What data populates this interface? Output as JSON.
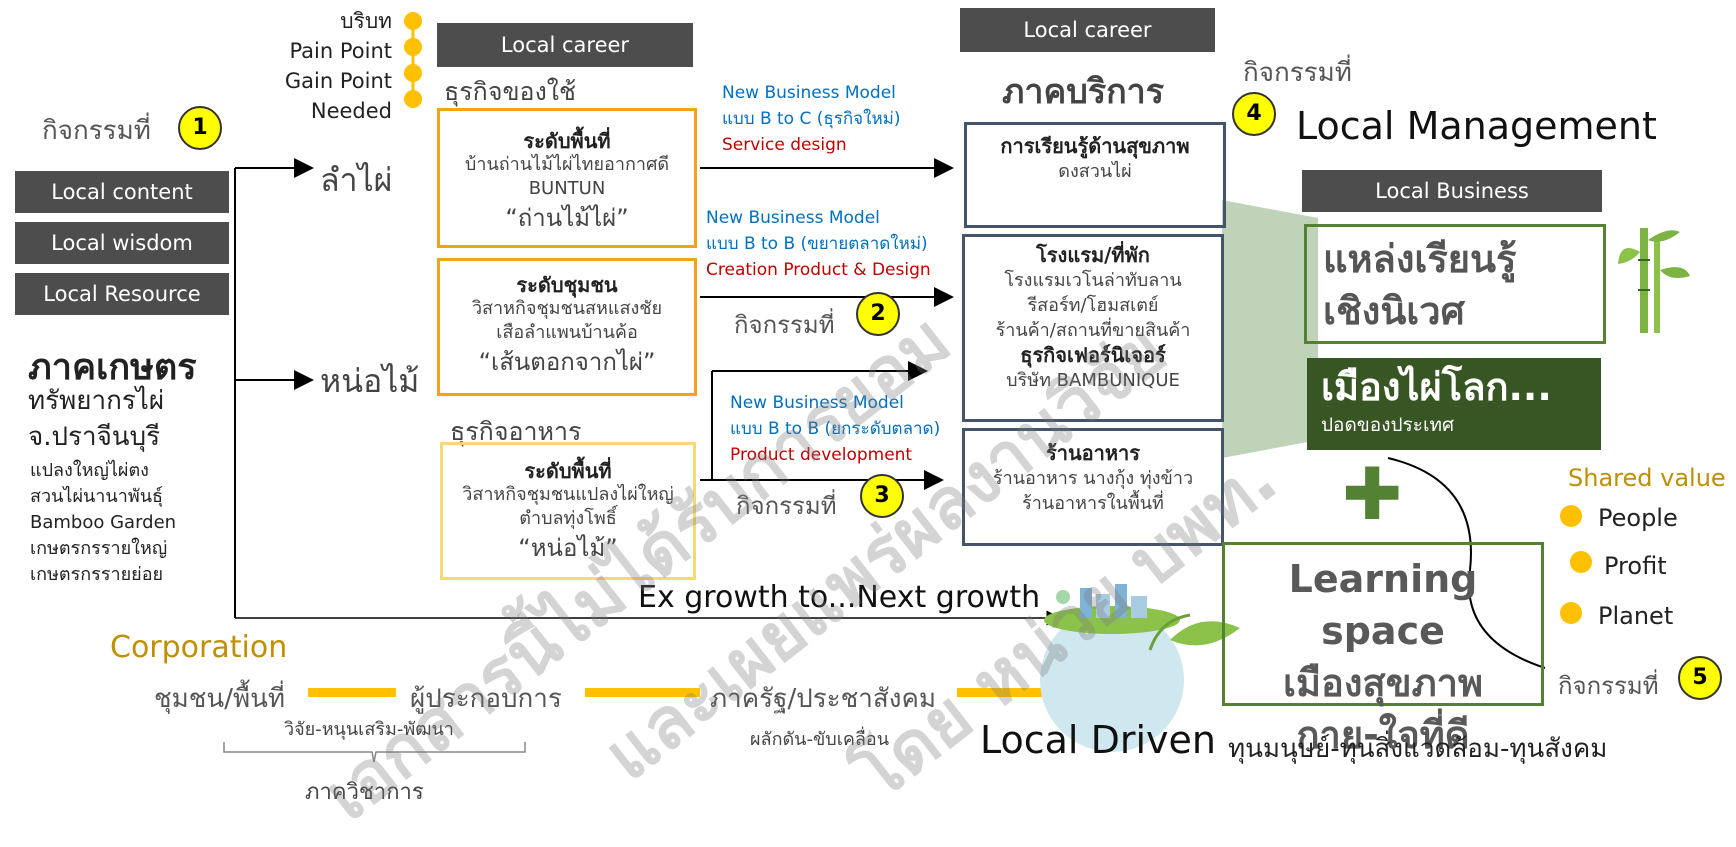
{
  "left": {
    "activity_label": "กิจกรรมที่",
    "activity_num": "1",
    "local_content": "Local content",
    "local_wisdom": "Local wisdom",
    "local_resource": "Local Resource",
    "sector_title": "ภาคเกษตร",
    "resource_line1": "ทรัพยากรไผ่",
    "resource_line2": "จ.ปราจีนบุรี",
    "items": [
      "แปลงใหญ่ไผ่ตง",
      "สวนไผ่นานาพันธุ์",
      "Bamboo Garden",
      "เกษตรกรรายใหญ่",
      "เกษตรกรรายย่อย"
    ]
  },
  "legend": [
    "บริบท",
    "Pain Point",
    "Gain Point",
    "Needed"
  ],
  "branches": {
    "lampai": "ลำไผ่",
    "normai": "หน่อไม้"
  },
  "career_left": {
    "header": "Local career",
    "goods": "ธุรกิจของใช้",
    "food": "ธุรกิจอาหาร"
  },
  "box1": {
    "title": "ระดับพื้นที่",
    "line1": "บ้านถ่านไม้ไผ่ไทยอากาศดี",
    "line2": "BUNTUN",
    "product": "“ถ่านไม้ไผ่”"
  },
  "box2": {
    "title": "ระดับชุมชน",
    "line1": "วิสาหกิจชุมชนสหแสงชัย",
    "line2": "เสือลำแพนบ้านค้อ",
    "product": "“เส้นตอกจากไผ่”"
  },
  "box3": {
    "title": "ระดับพื้นที่",
    "line1": "วิสาหกิจชุมชนแปลงไผ่ใหญ่",
    "line2": "ตำบลทุ่งโพธิ์",
    "product": "“หน่อไม้”"
  },
  "models": {
    "m1_title": "New Business Model",
    "m1_line": "แบบ B to C (ธุรกิจใหม่)",
    "m1_red": "Service design",
    "m2_title": "New Business Model",
    "m2_line": "แบบ B to B (ขยายตลาดใหม่)",
    "m2_red": "Creation Product & Design",
    "m3_title": "New Business Model",
    "m3_line": "แบบ B to B (ยกระดับตลาด)",
    "m3_red": "Product development"
  },
  "activities": {
    "label": "กิจกรรมที่",
    "a2": "2",
    "a3": "3",
    "a4": "4",
    "a5": "5"
  },
  "career_right": {
    "header": "Local career",
    "sector": "ภาคบริการ"
  },
  "svc1": {
    "title": "การเรียนรู้ด้านสุขภาพ",
    "line1": "ดงสวนไผ่"
  },
  "svc2": {
    "title": "โรงแรม/ที่พัก",
    "line1": "โรงแรมเวโนล่าทับลาน",
    "line2": "รีสอร์ท/โฮมสเตย์",
    "line3": "ร้านค้า/สถานที่ขายสินค้า",
    "title2": "ธุรกิจเฟอร์นิเจอร์",
    "line4": "บริษัท BAMBUNIQUE"
  },
  "svc3": {
    "title": "ร้านอาหาร",
    "line1": "ร้านอาหาร นางกุ้ง ทุ่งข้าว",
    "line2": "ร้านอาหารในพื้นที่"
  },
  "right": {
    "local_management": "Local Management",
    "local_business": "Local Business",
    "learn_line1": "แหล่งเรียนรู้",
    "learn_line2": "เชิงนิเวศ",
    "city_title": "เมืองไผ่โลก...",
    "city_sub": "ปอดของประเทศ",
    "plus": "✚",
    "space_line1": "Learning space",
    "space_line2": "เมืองสุขภาพ",
    "space_line3": "กาย-ใจที่ดี",
    "shared_value": "Shared value",
    "values": [
      "People",
      "Profit",
      "Planet"
    ]
  },
  "bottom": {
    "growth": "Ex growth to...Next growth",
    "corporation": "Corporation",
    "community": "ชุมชน/พื้นที่",
    "entrepreneur": "ผู้ประกอบการ",
    "state": "ภาครัฐ/ประชาสังคม",
    "research": "วิจัย-หนุนเสริม-พัฒนา",
    "push": "ผลักดัน-ขับเคลื่อน",
    "academic": "ภาควิชาการ",
    "local_driven": "Local Driven",
    "capital": "ทุนมนุษย์-ทุนสิ่งแวดล้อม-ทุนสังคม"
  },
  "watermark": [
    "เอกสารนี้ไม่ได้รับการยอม",
    "และเผยแพร่ผลงานวิจัย",
    "โดย หน่วย บพท."
  ],
  "colors": {
    "gray_header": "#4d4d4d",
    "orange": "#f5a21b",
    "navy": "#44546a",
    "green": "#548235",
    "dark_green": "#375623",
    "yellow": "#ffff00",
    "gold": "#bf9000",
    "blue": "#0070c0",
    "red": "#c00000"
  }
}
